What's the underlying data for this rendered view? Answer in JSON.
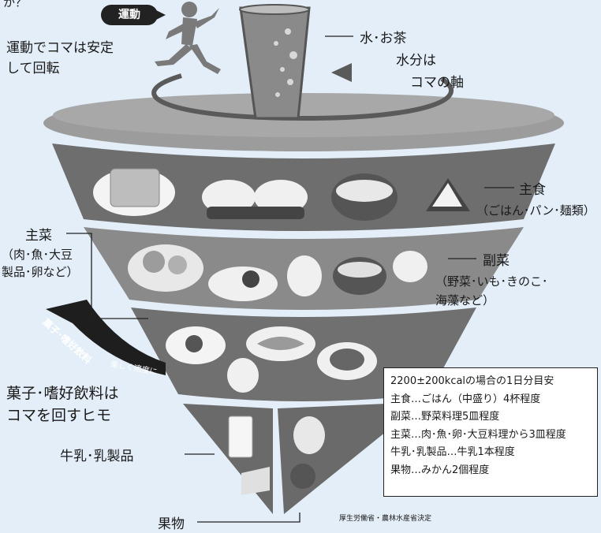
{
  "top_fragment": "か？",
  "exercise": {
    "badge": "運動",
    "caption_line1": "運動でコマは安定",
    "caption_line2": "して回転"
  },
  "water": {
    "label": "水･お茶",
    "sub_line1": "水分は",
    "sub_line2": "コマの軸"
  },
  "staple": {
    "label": "主食",
    "sub": "（ごはん･パン･麺類）"
  },
  "side_dish": {
    "label": "副菜",
    "sub_line1": "（野菜･いも･きのこ･",
    "sub_line2": "海藻など）"
  },
  "main_dish": {
    "label": "主菜",
    "sub_line1": "（肉･魚･大豆",
    "sub_line2": "製品･卵など）"
  },
  "snack_ribbon": {
    "text": "菓子･嗜好飲料",
    "small": "楽しく適度に"
  },
  "snack_caption": {
    "line1": "菓子･嗜好飲料は",
    "line2": "コマを回すヒモ"
  },
  "milk": {
    "label": "牛乳･乳製品"
  },
  "fruit": {
    "label": "果物"
  },
  "info_box": {
    "title": "2200±200kcalの場合の1日分目安",
    "lines": [
      "主食…ごはん（中盛り）4杯程度",
      "副菜…野菜料理5皿程度",
      "主菜…肉･魚･卵･大豆料理から3皿程度",
      "牛乳･乳製品…牛乳1本程度",
      "果物…みかん2個程度"
    ]
  },
  "source": "厚生労働省・農林水産省決定",
  "colors": {
    "background": "#e3eef8",
    "tier_dark": "#6e6e6e",
    "tier_mid": "#8a8a8a",
    "top_disc": "#9a9a9a",
    "plate": "#f4f4f4"
  }
}
